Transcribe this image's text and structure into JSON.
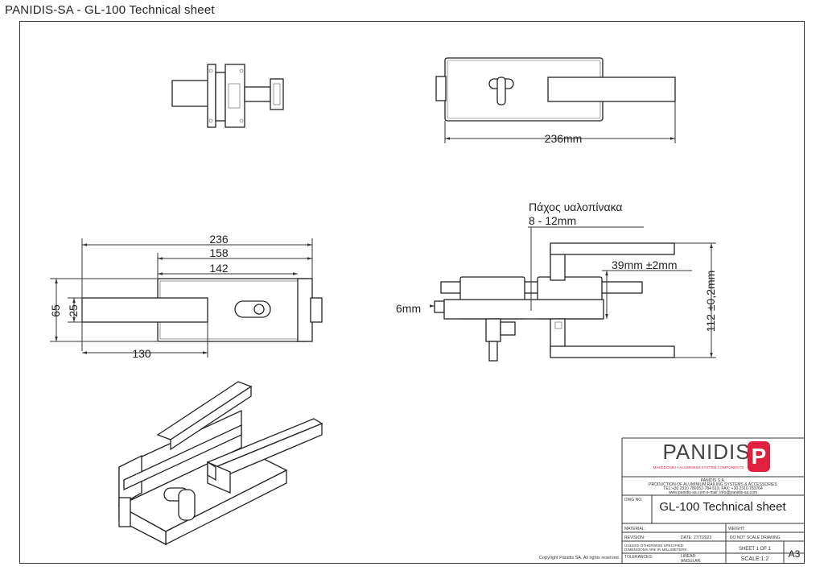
{
  "header": {
    "title": "PANIDIS-SA  - GL-100 Technical sheet"
  },
  "dimensions": {
    "top_view_length": "236mm",
    "front_overall": "236",
    "front_158": "158",
    "front_142": "142",
    "front_130": "130",
    "front_height_65": "65",
    "front_height_25": "25",
    "glass_thickness_label": "Πάχος υαλοπίνακα",
    "glass_thickness_range": "8 - 12mm",
    "side_39": "39mm ±2mm",
    "side_6": "6mm",
    "side_112": "112 ±0,2mm"
  },
  "title_block": {
    "brand": "PANIDIS",
    "brand_letter": "P",
    "tagline": "MAKEDONIKI • ALUMINIUM SYSTEM COMPONENTS",
    "company": "PANIDIS S.A.",
    "company_line2": "PRODUCTION OF ALUMINIUM RAILING SYSTEMS & ACCESSORIES",
    "company_line3": "TEL:+30 2310 780052-784 519, FAX: +30 2310 783764",
    "company_line4": "www.panidis-sa.com   e-mail: info@panidis-sa.com",
    "dwg_no_label": "DWG NO.",
    "dwg_title": "GL-100 Technical sheet",
    "material_label": "MATERIAL:",
    "weight_label": "WEIGHT:",
    "revision_label": "REVISION:",
    "date_label": "DATE:",
    "date_value": "27/7/2023",
    "do_not_scale": "DO NOT SCALE DRAWING",
    "unless_line1": "UNLESS OTHERWISE SPECIFIED:",
    "unless_line2": "DIMENSIONS ARE IN MILLIMETERS",
    "sheet": "SHEET 1 OF 1",
    "tolerances_label": "TOLERANCES:",
    "linear_label": "LINEAR:",
    "angular_label": "ANGULAR:",
    "scale": "SCALE:1:2",
    "size": "A3"
  },
  "copyright": "Copyright Panidis SA. All rights reserved.",
  "colors": {
    "brand_red": "#e0203c",
    "line": "#333333"
  }
}
